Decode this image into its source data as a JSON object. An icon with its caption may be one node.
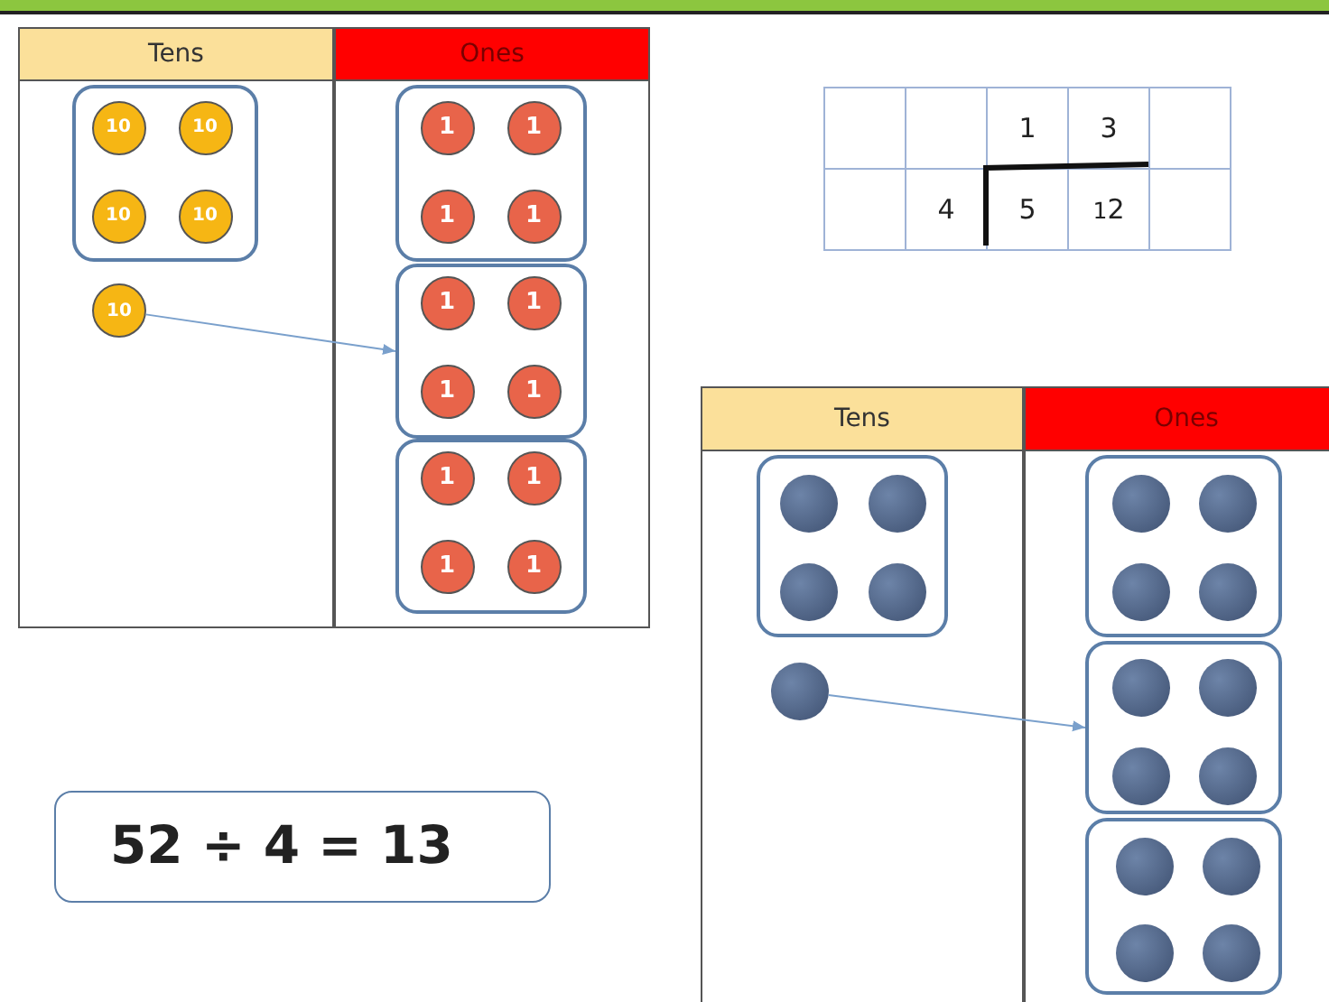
{
  "diagram": {
    "nodes": [
      {
        "text": [
          "Tens"
        ]
      },
      {
        "text": [
          "Ones"
        ]
      },
      {
        "text": [],
        "shape": "box",
        "in": 0
      },
      {
        "text": [
          "10"
        ],
        "in": 2
      },
      {
        "text": [
          "10"
        ],
        "in": 2
      },
      {
        "text": [
          "10"
        ],
        "in": 2
      },
      {
        "text": [
          "10"
        ],
        "in": 2
      },
      {
        "text": [
          "10"
        ],
        "in": 0
      },
      {
        "text": [],
        "shape": "box",
        "in": 1
      },
      {
        "text": [
          "1"
        ],
        "in": 8
      },
      {
        "text": [
          "1"
        ],
        "in": 8
      },
      {
        "text": [
          "1"
        ],
        "in": 8
      },
      {
        "text": [
          "1"
        ],
        "in": 8
      },
      {
        "text": [],
        "shape": "box",
        "in": 1
      },
      {
        "text": [
          "1"
        ],
        "in": 13
      },
      {
        "text": [
          "1"
        ],
        "in": 13
      },
      {
        "text": [
          "1"
        ],
        "in": 13
      },
      {
        "text": [
          "1"
        ],
        "in": 13
      },
      {
        "text": [],
        "shape": "box",
        "in": 1
      },
      {
        "text": [
          "1"
        ],
        "in": 18
      },
      {
        "text": [
          "1"
        ],
        "in": 18
      },
      {
        "text": [
          "1"
        ],
        "in": 18
      },
      {
        "text": [
          "1"
        ],
        "in": 18
      },
      {
        "text": [
          "Tens"
        ]
      },
      {
        "text": [
          "Ones"
        ]
      },
      {
        "text": [],
        "shape": "box",
        "in": 23
      },
      {
        "text": [],
        "shape": "circle",
        "in": 25
      },
      {
        "text": [],
        "shape": "circle",
        "in": 25
      },
      {
        "text": [],
        "shape": "circle",
        "in": 25
      },
      {
        "text": [],
        "shape": "circle",
        "in": 25
      },
      {
        "text": [],
        "shape": "circle",
        "in": 23
      },
      {
        "text": [],
        "shape": "box",
        "in": 24
      },
      {
        "text": [],
        "shape": "circle",
        "in": 31
      },
      {
        "text": [],
        "shape": "circle",
        "in": 31
      },
      {
        "text": [],
        "shape": "circle",
        "in": 31
      },
      {
        "text": [],
        "shape": "circle",
        "in": 31
      },
      {
        "text": [],
        "shape": "box",
        "in": 24
      },
      {
        "text": [],
        "shape": "circle",
        "in": 36
      },
      {
        "text": [],
        "shape": "circle",
        "in": 36
      },
      {
        "text": [],
        "shape": "circle",
        "in": 36
      },
      {
        "text": [],
        "shape": "circle",
        "in": 36
      },
      {
        "text": [],
        "shape": "box",
        "in": 24
      },
      {
        "text": [],
        "shape": "circle",
        "in": 41
      },
      {
        "text": [],
        "shape": "circle",
        "in": 41
      },
      {
        "text": [],
        "shape": "circle",
        "in": 41
      },
      {
        "text": [],
        "shape": "circle",
        "in": 41
      },
      {
        "text": [
          "52 ÷ 4 = 13"
        ]
      }
    ],
    "edges": [
      {
        "from": 7,
        "to": 13,
        "arrow": "to"
      },
      {
        "from": 30,
        "to": 36,
        "arrow": "to"
      }
    ],
    "labels": [
      "1",
      "3",
      "4",
      "5",
      "$^{1}$2"
    ]
  }
}
